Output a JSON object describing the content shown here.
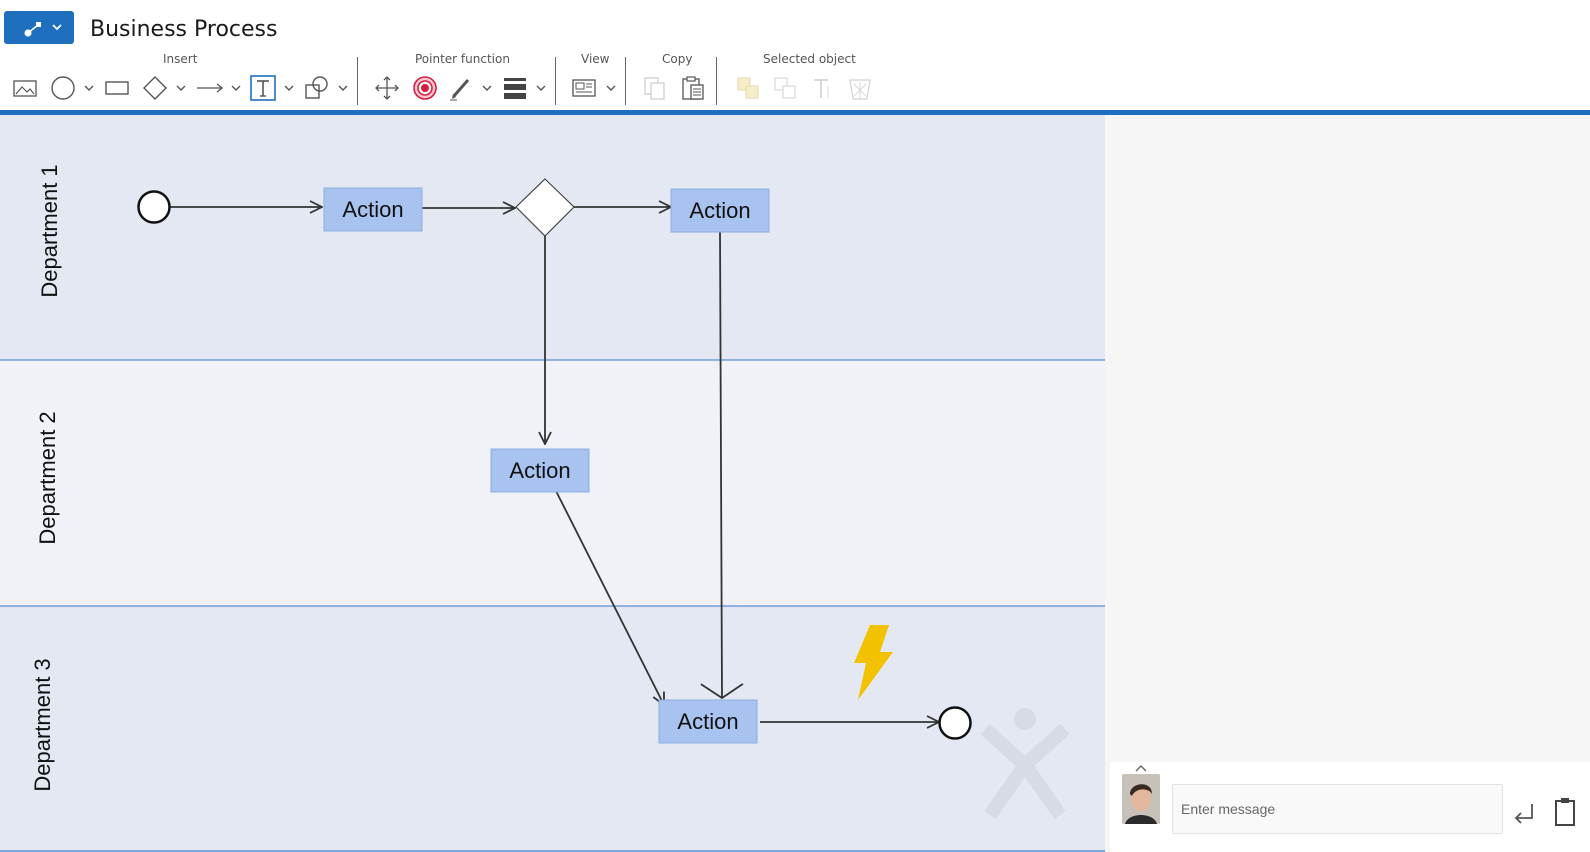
{
  "app": {
    "title": "Business Process"
  },
  "toolbar": {
    "groups": {
      "insert": "Insert",
      "pointer": "Pointer function",
      "view": "View",
      "copy": "Copy",
      "selected": "Selected object"
    },
    "buttons": [
      "image-icon",
      "circle-icon",
      "rectangle-icon",
      "diamond-icon",
      "arrow-line-icon",
      "text-icon",
      "shapes-icon",
      "move-icon",
      "target-icon",
      "pen-icon",
      "line-style-icon",
      "view-icon",
      "copy-icon",
      "paste-icon",
      "bring-front-icon",
      "send-back-icon",
      "text-format-icon",
      "delete-icon"
    ]
  },
  "diagram": {
    "lanes": [
      {
        "label": "Department 1"
      },
      {
        "label": "Department 2"
      },
      {
        "label": "Department 3"
      }
    ],
    "nodes": {
      "action1": "Action",
      "action2": "Action",
      "action3": "Action",
      "action4": "Action"
    }
  },
  "chat": {
    "placeholder": "Enter message"
  },
  "colors": {
    "accent": "#1f6fbf",
    "lane_dark": "#e3e8f2",
    "lane_light": "#f0f2f8",
    "action_fill": "#a9c3f0",
    "lightning": "#f2c200"
  }
}
